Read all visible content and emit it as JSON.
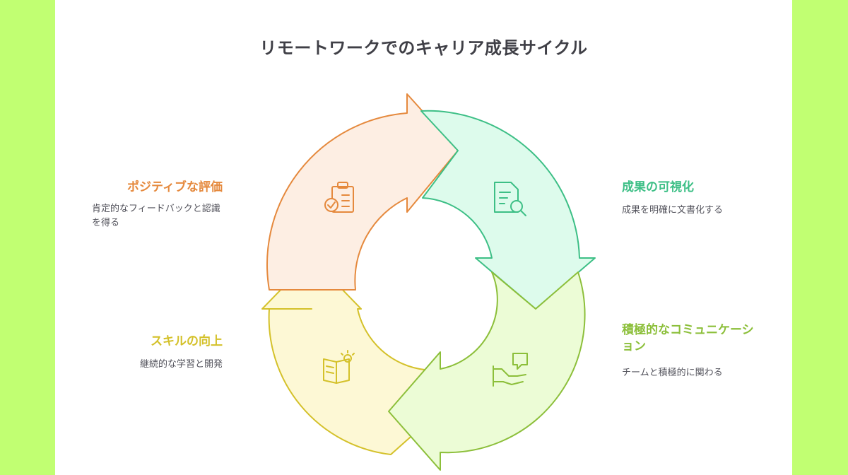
{
  "title": "リモートワークでのキャリア成長サイクル",
  "steps": [
    {
      "title": "ポジティブな評価",
      "description": "肯定的なフィードバックと認識を得る",
      "icon": "clipboard-check-icon",
      "color": "#e5893d",
      "fill": "#fdeee3"
    },
    {
      "title": "成果の可視化",
      "description": "成果を明確に文書化する",
      "icon": "document-search-icon",
      "color": "#3dbf86",
      "fill": "#ddfbec"
    },
    {
      "title": "積極的なコミュニケーション",
      "description": "チームと積極的に関わる",
      "icon": "handshake-chat-icon",
      "color": "#8cbf3a",
      "fill": "#ecfcd6"
    },
    {
      "title": "スキルの向上",
      "description": "継続的な学習と開発",
      "icon": "book-lightbulb-icon",
      "color": "#d4c12a",
      "fill": "#fdf8d5"
    }
  ]
}
